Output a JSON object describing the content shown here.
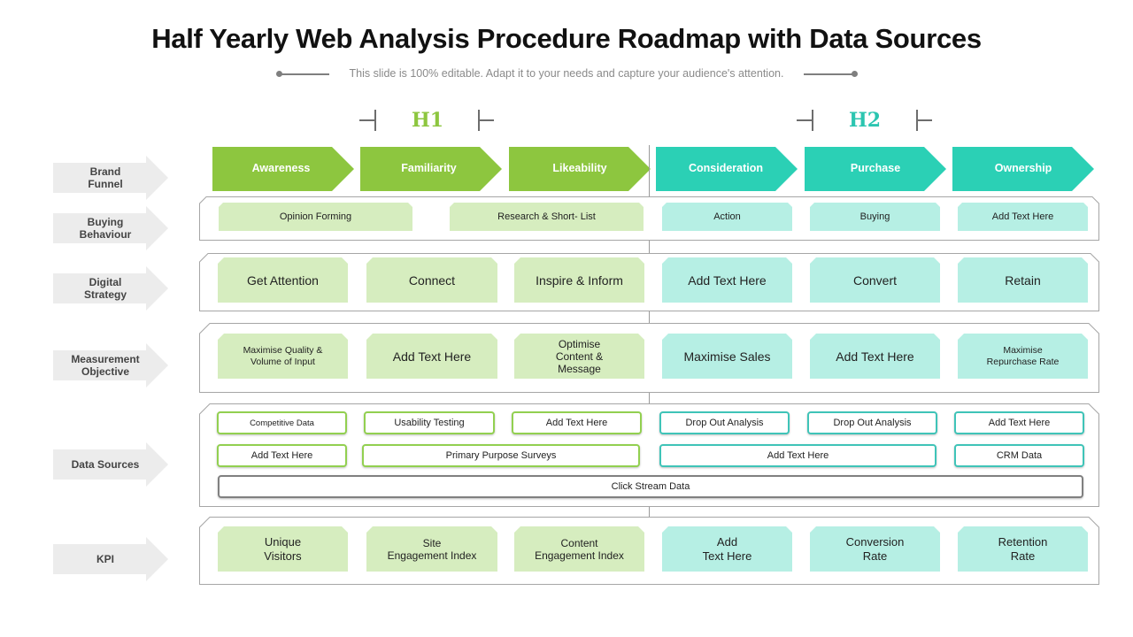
{
  "title": "Half Yearly Web Analysis Procedure Roadmap with Data Sources",
  "subtitle": "This slide is 100% editable. Adapt it to your needs and capture your audience's attention.",
  "colors": {
    "green_chevron": "#8dc63f",
    "teal_chevron": "#2bd0b5",
    "green_box": "#d6edbf",
    "teal_box": "#b6efe4",
    "green_border": "#92d050",
    "teal_border": "#3fc4b8",
    "h1": "#8dc63f",
    "h2": "#2bc5b0",
    "label_arrow": "#ececec"
  },
  "halves": {
    "h1": "H1",
    "h2": "H2"
  },
  "row_labels": {
    "brand_funnel": "Brand\nFunnel",
    "buying_behaviour": "Buying\nBehaviour",
    "digital_strategy": "Digital\nStrategy",
    "measurement_objective": "Measurement\nObjective",
    "data_sources": "Data Sources",
    "kpi": "KPI"
  },
  "brand_funnel": [
    "Awareness",
    "Familiarity",
    "Likeability",
    "Consideration",
    "Purchase",
    "Ownership"
  ],
  "buying_behaviour": [
    "Opinion Forming",
    "Research & Short- List",
    "Action",
    "Buying",
    "Add Text Here"
  ],
  "digital_strategy": [
    "Get Attention",
    "Connect",
    "Inspire & Inform",
    "Add Text Here",
    "Convert",
    "Retain"
  ],
  "measurement_objective": [
    "Maximise Quality &\nVolume of Input",
    "Add Text Here",
    "Optimise\nContent &\nMessage",
    "Maximise Sales",
    "Add Text Here",
    "Maximise\nRepurchase Rate"
  ],
  "data_sources": {
    "row1": [
      "Competitive Data",
      "Usability Testing",
      "Add Text Here",
      "Drop Out Analysis",
      "Drop Out Analysis",
      "Add Text Here"
    ],
    "row2": [
      "Add Text Here",
      "Primary Purpose Surveys",
      "Add Text Here",
      "CRM  Data"
    ],
    "row3": "Click Stream Data"
  },
  "kpi": [
    "Unique\nVisitors",
    "Site\nEngagement Index",
    "Content\nEngagement Index",
    "Add\nText Here",
    "Conversion\nRate",
    "Retention\nRate"
  ]
}
